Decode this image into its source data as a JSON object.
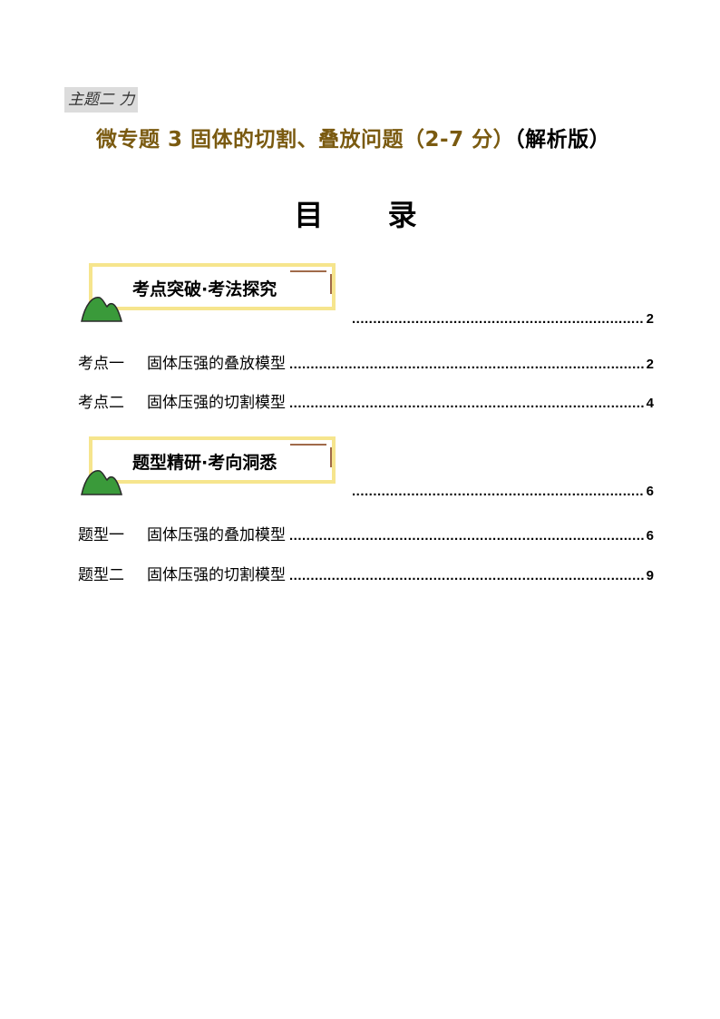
{
  "header": {
    "topic": "主题二  力"
  },
  "document": {
    "title": "微专题 3    固体的切割、叠放问题（2-7 分）",
    "title_suffix": "（解析版）",
    "toc_heading": "目  录"
  },
  "sections": [
    {
      "banner": "考点突破·考法探究",
      "page": "2",
      "items": [
        {
          "num": "考点一",
          "name": "固体压强的叠放模型",
          "page": "2"
        },
        {
          "num": "考点二",
          "name": "固体压强的切割模型",
          "page": "4"
        }
      ]
    },
    {
      "banner": "题型精研·考向洞悉",
      "page": "6",
      "items": [
        {
          "num": "题型一",
          "name": "固体压强的叠加模型",
          "page": "6"
        },
        {
          "num": "题型二",
          "name": "固体压强的切割模型",
          "page": "9"
        }
      ]
    }
  ],
  "colors": {
    "title": "#7a5a10",
    "banner_border": "#f6e58d",
    "mountain": "#3a9a3a",
    "accent": "#a06a4a"
  }
}
